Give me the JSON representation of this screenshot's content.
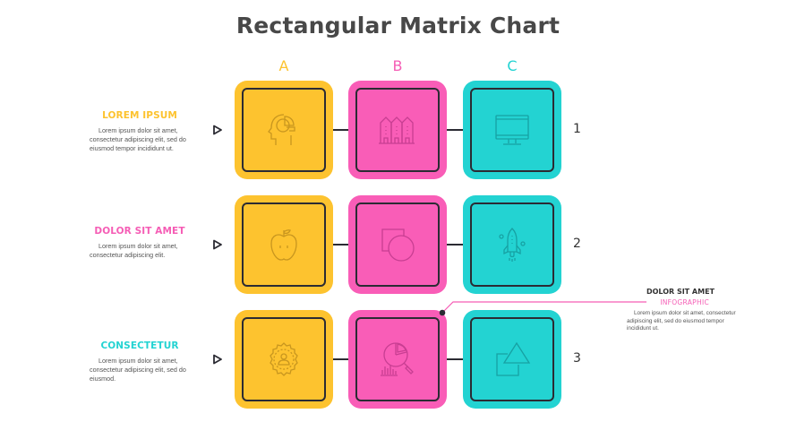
{
  "title": "Rectangular Matrix Chart",
  "colors": {
    "yellow": "#fdc32f",
    "pink": "#f95db7",
    "cyan": "#23d3d2",
    "dark": "#2b2b33",
    "text": "#484848"
  },
  "columns": [
    {
      "label": "A",
      "color": "#fdc32f"
    },
    {
      "label": "B",
      "color": "#f55db5"
    },
    {
      "label": "C",
      "color": "#23d3d2"
    }
  ],
  "rows": [
    {
      "number": "1",
      "heading": "LOREM IPSUM",
      "heading_color": "#fdc32f",
      "text": "Lorem ipsum dolor sit amet, consectetur adipiscing elit, sed do eiusmod tempor incididunt ut.",
      "icons": [
        "head-chart-icon",
        "buildings-icon",
        "monitor-icon"
      ]
    },
    {
      "number": "2",
      "heading": "DOLOR SIT AMET",
      "heading_color": "#f55db5",
      "text": "Lorem ipsum dolor sit amet, consectetur adipiscing elit.",
      "icons": [
        "apple-icon",
        "shapes-square-circle-icon",
        "rocket-icon"
      ]
    },
    {
      "number": "3",
      "heading": "CONSECTETUR",
      "heading_color": "#23d3d2",
      "text": "Lorem ipsum dolor sit amet, consectetur adipiscing elit, sed do eiusmod.",
      "icons": [
        "badge-user-icon",
        "pie-chart-search-icon",
        "shapes-square-triangle-icon"
      ]
    }
  ],
  "callout": {
    "heading": "DOLOR SIT AMET",
    "subheading": "INFOGRAPHIC",
    "text": "Lorem ipsum dolor sit amet, consectetur adipiscing elit, sed do eiusmod tempor incididunt ut.",
    "target": "B3"
  }
}
